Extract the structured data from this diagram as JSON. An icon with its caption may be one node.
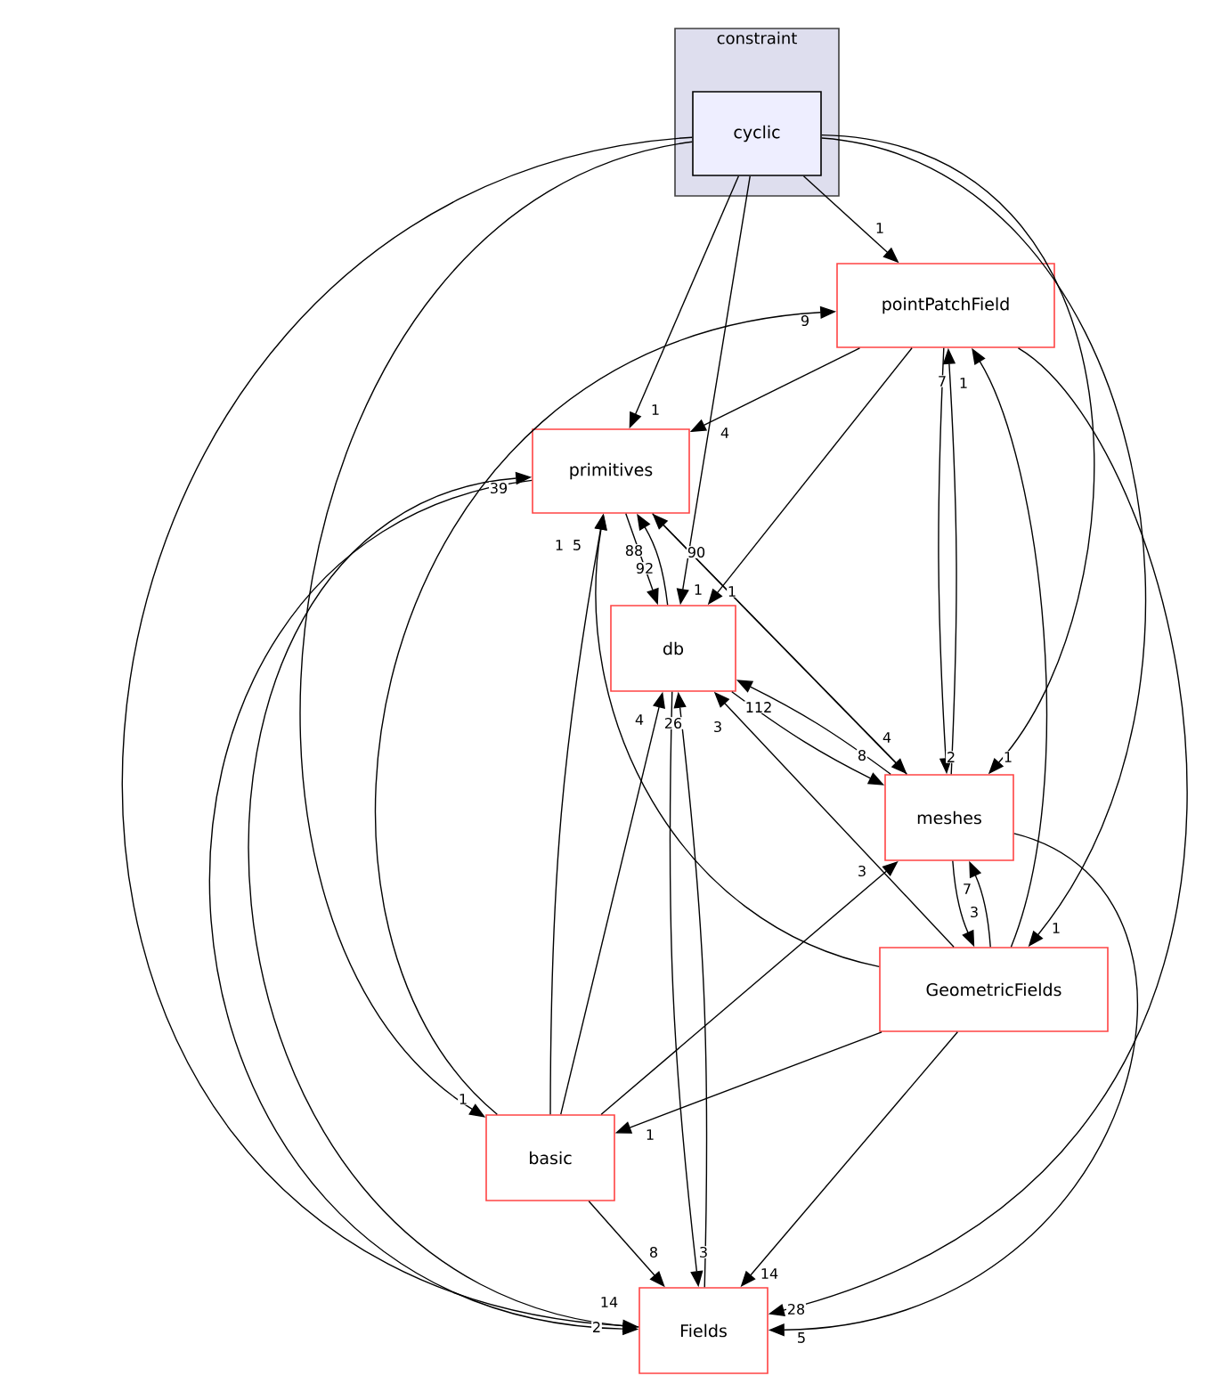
{
  "diagram": {
    "nodes": [
      {
        "text": [
          "constraint"
        ]
      },
      {
        "text": [
          "cyclic"
        ],
        "in": 0
      },
      {
        "text": [
          "pointPatchField"
        ]
      },
      {
        "text": [
          "primitives"
        ]
      },
      {
        "text": [
          "db"
        ]
      },
      {
        "text": [
          "meshes"
        ]
      },
      {
        "text": [
          "GeometricFields"
        ]
      },
      {
        "text": [
          "basic"
        ]
      },
      {
        "text": [
          "Fields"
        ]
      }
    ],
    "edges": [
      {
        "from": 1,
        "to": 2,
        "arrow": "to",
        "label": "1"
      },
      {
        "from": 1,
        "to": 3,
        "arrow": "to",
        "label": "1"
      },
      {
        "from": 1,
        "to": 4,
        "arrow": "to",
        "label": "1"
      },
      {
        "from": 1,
        "to": 5,
        "arrow": "to",
        "label": "1"
      },
      {
        "from": 1,
        "to": 6,
        "arrow": "to",
        "label": "1"
      },
      {
        "from": 1,
        "to": 7,
        "arrow": "to",
        "label": "1"
      },
      {
        "from": 1,
        "to": 8,
        "arrow": "to",
        "label": "2"
      },
      {
        "from": 2,
        "to": 3,
        "arrow": "to",
        "label": "4"
      },
      {
        "from": 2,
        "to": 4,
        "arrow": "to",
        "label": "1"
      },
      {
        "from": 2,
        "to": 5,
        "arrow": "to",
        "label": "2"
      },
      {
        "from": 2,
        "to": 8,
        "arrow": "to",
        "label": "28"
      },
      {
        "from": 7,
        "to": 2,
        "arrow": "to",
        "label": "9"
      },
      {
        "from": 3,
        "to": 4,
        "arrow": "to",
        "label": "92"
      },
      {
        "from": 4,
        "to": 3,
        "arrow": "to",
        "label": "88"
      },
      {
        "from": 3,
        "to": 5,
        "arrow": "to",
        "label": "4"
      },
      {
        "from": 5,
        "to": 3,
        "arrow": "to",
        "label": "90"
      },
      {
        "from": 4,
        "to": 5,
        "arrow": "to",
        "label": "8"
      },
      {
        "from": 5,
        "to": 4,
        "arrow": "to",
        "label": "112"
      },
      {
        "from": 5,
        "to": 2,
        "arrow": "to",
        "label": "7"
      },
      {
        "from": 5,
        "to": 6,
        "arrow": "to",
        "label": "3"
      },
      {
        "from": 6,
        "to": 5,
        "arrow": "to",
        "label": "7"
      },
      {
        "from": 6,
        "to": 2,
        "arrow": "to",
        "label": "1"
      },
      {
        "from": 6,
        "to": 3,
        "arrow": "to",
        "label": "5"
      },
      {
        "from": 6,
        "to": 4,
        "arrow": "to",
        "label": "3"
      },
      {
        "from": 6,
        "to": 7,
        "arrow": "to",
        "label": "1"
      },
      {
        "from": 6,
        "to": 8,
        "arrow": "to",
        "label": "14"
      },
      {
        "from": 7,
        "to": 3,
        "arrow": "to",
        "label": "1"
      },
      {
        "from": 7,
        "to": 4,
        "arrow": "to",
        "label": "4"
      },
      {
        "from": 7,
        "to": 5,
        "arrow": "to",
        "label": "3"
      },
      {
        "from": 7,
        "to": 8,
        "arrow": "to",
        "label": "8"
      },
      {
        "from": 4,
        "to": 8,
        "arrow": "to",
        "label": "3"
      },
      {
        "from": 8,
        "to": 4,
        "arrow": "to",
        "label": "26"
      },
      {
        "from": 3,
        "to": 8,
        "arrow": "to",
        "label": "14"
      },
      {
        "from": 8,
        "to": 3,
        "arrow": "to",
        "label": "39"
      },
      {
        "from": 5,
        "to": 8,
        "arrow": "to",
        "label": "5"
      }
    ]
  }
}
